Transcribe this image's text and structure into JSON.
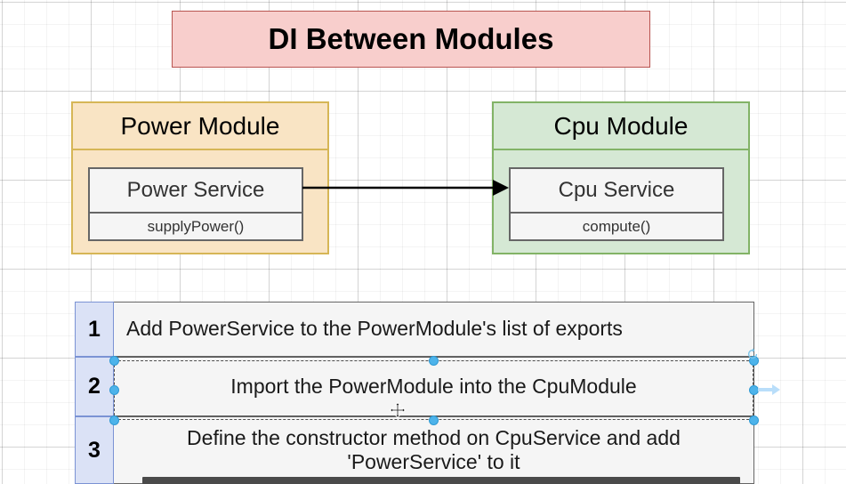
{
  "diagram": {
    "title": "DI Between Modules",
    "title_colors": {
      "fill": "#f8cecc",
      "stroke": "#b85450"
    },
    "modules": [
      {
        "name": "Power Module",
        "colors": {
          "fill": "#f9e4c4",
          "stroke": "#d6b656"
        },
        "service": {
          "name": "Power Service",
          "method": "supplyPower()"
        }
      },
      {
        "name": "Cpu Module",
        "colors": {
          "fill": "#d5e8d4",
          "stroke": "#82b366"
        },
        "service": {
          "name": "Cpu Service",
          "method": "compute()"
        }
      }
    ],
    "connector": {
      "icon": "arrow-right-icon",
      "from": "Power Service",
      "to": "Cpu Service"
    },
    "steps": {
      "rows": [
        {
          "number": "1",
          "text": "Add PowerService to the PowerModule's list of exports"
        },
        {
          "number": "2",
          "text": "Import the PowerModule into the CpuModule"
        },
        {
          "number": "3",
          "text": "Define the constructor method on CpuService and add 'PowerService' to it"
        }
      ],
      "number_colors": {
        "fill": "#dbe2f6",
        "stroke": "#7b93d4"
      },
      "text_colors": {
        "fill": "#f5f5f5",
        "stroke": "#666666"
      }
    },
    "selection": {
      "selected_row_number": "2",
      "handle_color": "#4db3ea",
      "rotate_icon": "rotate-icon",
      "directional_arrow_icon": "arrow-right-handle-icon",
      "cursor_icon": "move-cursor-icon"
    },
    "scrollbar": {
      "orientation": "horizontal",
      "thumb_color": "#4a4a4a"
    }
  }
}
